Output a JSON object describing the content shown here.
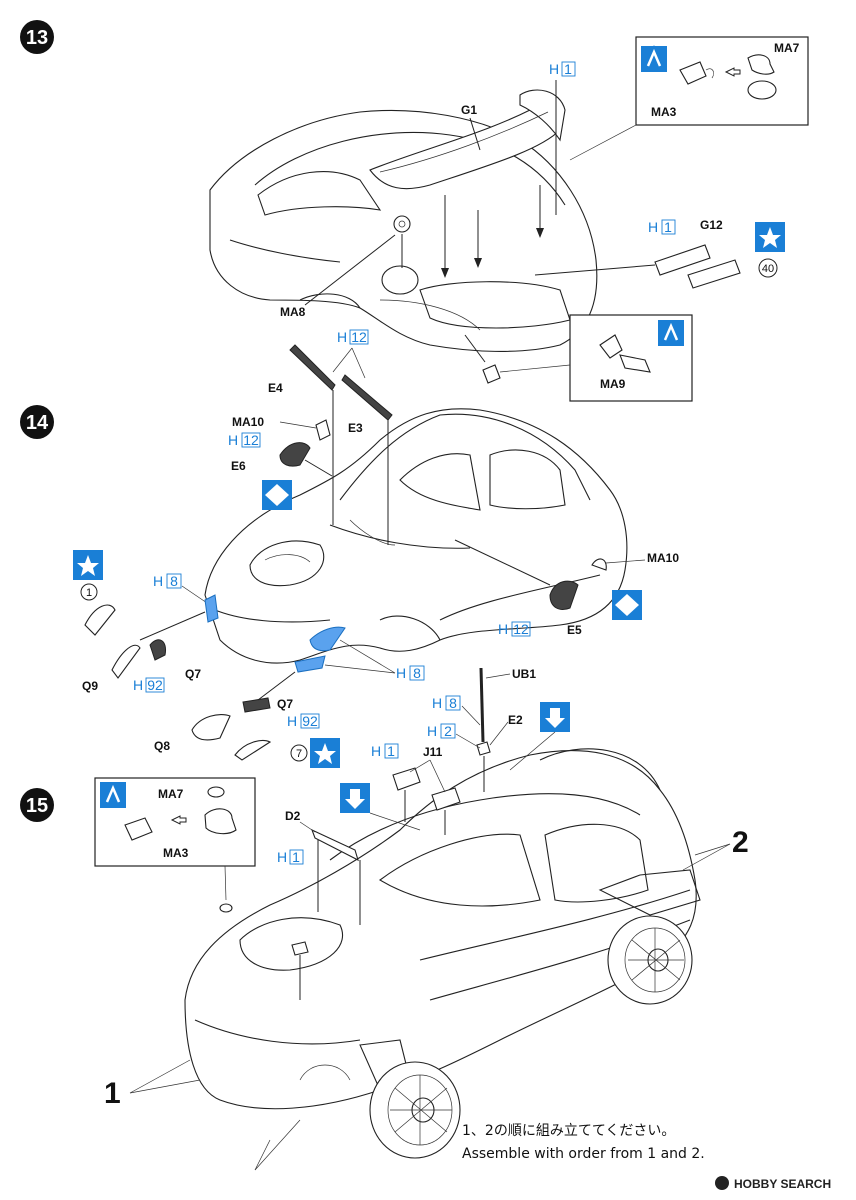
{
  "steps": {
    "s13": "13",
    "s14": "14",
    "s15": "15"
  },
  "parts": {
    "g1": "G1",
    "g12": "G12",
    "ma3_a": "MA3",
    "ma7_a": "MA7",
    "ma8": "MA8",
    "ma9": "MA9",
    "ma10_a": "MA10",
    "ma10_b": "MA10",
    "e2": "E2",
    "e3": "E3",
    "e4": "E4",
    "e5": "E5",
    "e6": "E6",
    "q7_a": "Q7",
    "q7_b": "Q7",
    "q8": "Q8",
    "q9": "Q9",
    "ub1": "UB1",
    "j11": "J11",
    "d2": "D2",
    "ma3_b": "MA3",
    "ma7_b": "MA7"
  },
  "colors": {
    "h13_a": "H",
    "h13_a_num": "1",
    "h13_b": "H",
    "h13_b_num": "1",
    "h14_a": "H",
    "h14_a_num": "12",
    "h14_b": "H",
    "h14_b_num": "12",
    "h14_c": "H",
    "h14_c_num": "8",
    "h14_d": "H",
    "h14_d_num": "92",
    "h14_e": "H",
    "h14_e_num": "8",
    "h14_f": "H",
    "h14_f_num": "92",
    "h14_g": "H",
    "h14_g_num": "12",
    "h15_a": "H",
    "h15_a_num": "8",
    "h15_b": "H",
    "h15_b_num": "2",
    "h15_c": "H",
    "h15_c_num": "1",
    "h15_d": "H",
    "h15_d_num": "1"
  },
  "decals": {
    "d40": "40",
    "d1": "1",
    "d7": "7"
  },
  "assembly_order": {
    "one": "1",
    "two": "2"
  },
  "note": {
    "ja": "1、2の順に組み立ててください。",
    "en": "Assemble with order from 1 and 2."
  },
  "watermark": {
    "text": "HOBBY SEARCH"
  },
  "accent_color": "#1a7fd6"
}
